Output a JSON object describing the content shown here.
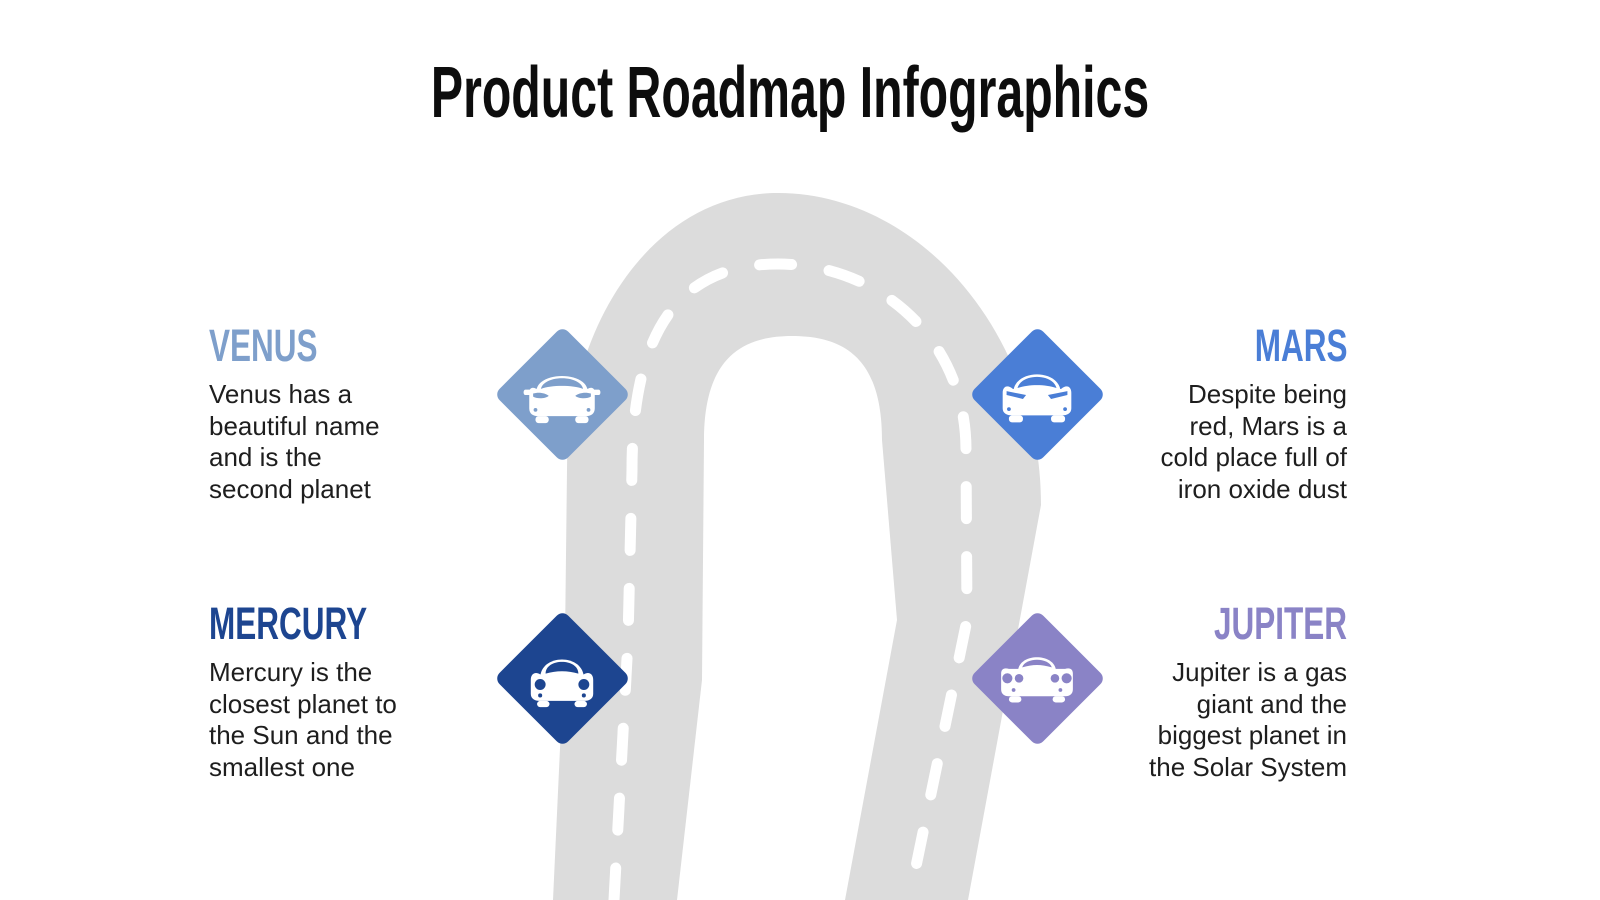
{
  "title": {
    "text": "Product Roadmap Infographics",
    "color": "#0d0d0d"
  },
  "road": {
    "color": "#dcdcdc",
    "dash_color": "#ffffff"
  },
  "milestones": [
    {
      "id": "venus",
      "name": "VENUS",
      "color": "#7e9fcb",
      "side": "left",
      "icon": "car-modern-icon",
      "description": "Venus has a beautiful name and is the second planet",
      "description_lines": [
        "Venus has a",
        "beautiful name",
        "and is the",
        "second planet"
      ]
    },
    {
      "id": "mars",
      "name": "MARS",
      "color": "#4a7ed6",
      "side": "right",
      "icon": "car-sport-icon",
      "description": "Despite being red, Mars is a cold place full of iron oxide dust",
      "description_lines": [
        "Despite being",
        "red, Mars is a",
        "cold place full of",
        "iron oxide dust"
      ]
    },
    {
      "id": "mercury",
      "name": "MERCURY",
      "color": "#1d4590",
      "side": "left",
      "icon": "car-vintage-icon",
      "description": "Mercury is the closest planet to the Sun and the smallest one",
      "description_lines": [
        "Mercury is the",
        "closest planet to",
        "the Sun and the",
        "smallest one"
      ]
    },
    {
      "id": "jupiter",
      "name": "JUPITER",
      "color": "#8a83c6",
      "side": "right",
      "icon": "car-classic-icon",
      "description": "Jupiter is a gas giant and the biggest planet in the Solar System",
      "description_lines": [
        "Jupiter is a gas",
        "giant and the",
        "biggest planet in",
        "the Solar System"
      ]
    }
  ]
}
